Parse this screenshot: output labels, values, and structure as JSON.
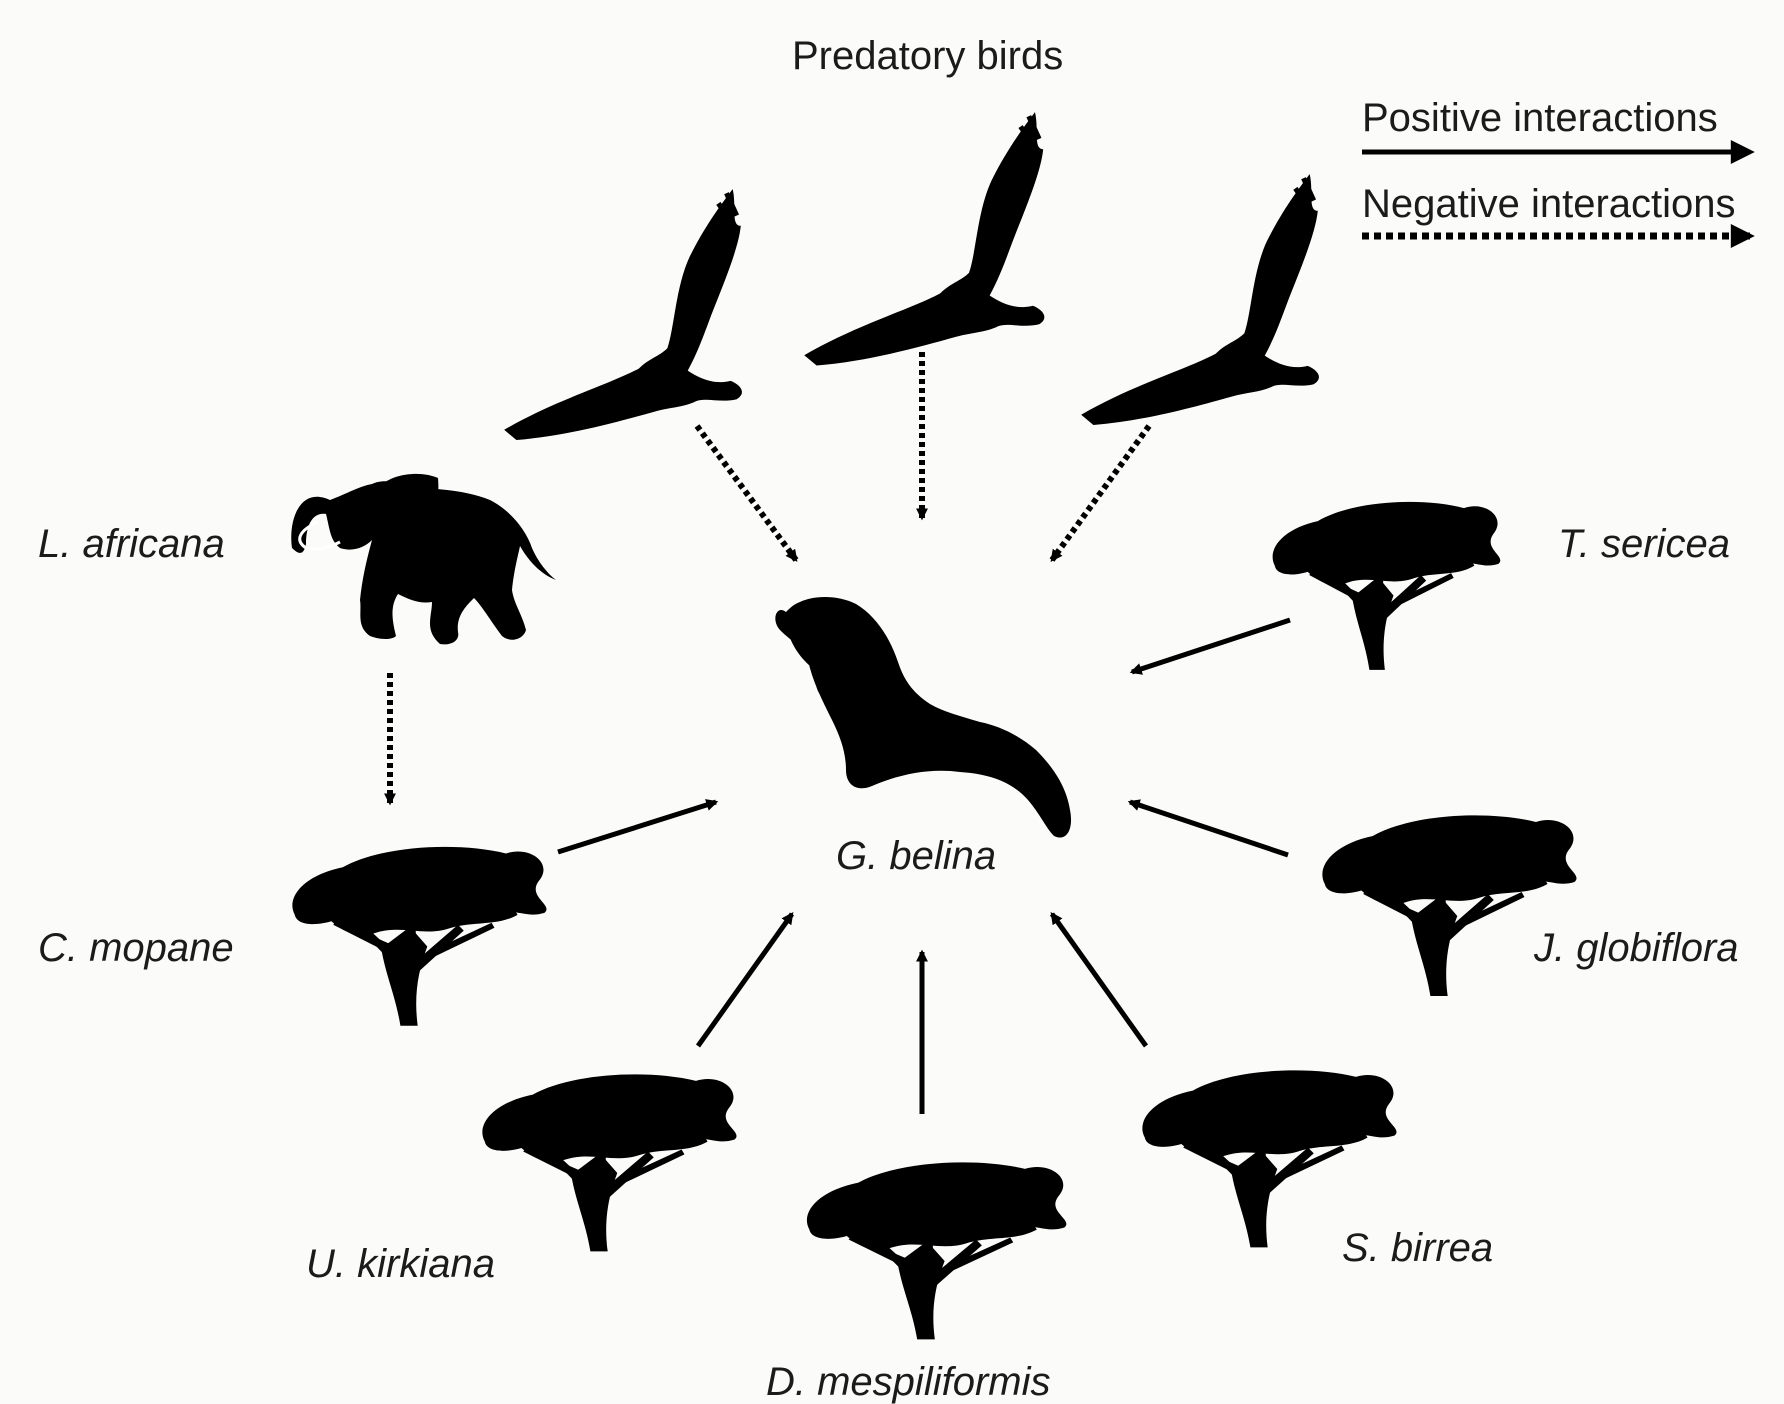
{
  "title": "Predatory birds",
  "legend": {
    "positive": "Positive interactions",
    "negative": "Negative interactions"
  },
  "center": "G. belina",
  "species": {
    "elephant": "L. africana",
    "mopane": "C. mopane",
    "kirkiana": "U. kirkiana",
    "mespiliformis": "D. mespiliformis",
    "birrea": "S. birrea",
    "globiflora": "J. globiflora",
    "sericea": "T. sericea"
  },
  "colors": {
    "ink": "#000000",
    "text": "#1b1b1b",
    "background": "#fbfbf9"
  },
  "icons": [
    "eagle-icon",
    "elephant-icon",
    "caterpillar-icon",
    "acacia-tree-icon"
  ],
  "interactions": [
    {
      "from": "Predatory birds",
      "to": "G. belina",
      "type": "negative"
    },
    {
      "from": "L. africana",
      "to": "C. mopane",
      "type": "negative"
    },
    {
      "from": "C. mopane",
      "to": "G. belina",
      "type": "positive"
    },
    {
      "from": "U. kirkiana",
      "to": "G. belina",
      "type": "positive"
    },
    {
      "from": "D. mespiliformis",
      "to": "G. belina",
      "type": "positive"
    },
    {
      "from": "S. birrea",
      "to": "G. belina",
      "type": "positive"
    },
    {
      "from": "J. globiflora",
      "to": "G. belina",
      "type": "positive"
    },
    {
      "from": "T. sericea",
      "to": "G. belina",
      "type": "positive"
    }
  ]
}
